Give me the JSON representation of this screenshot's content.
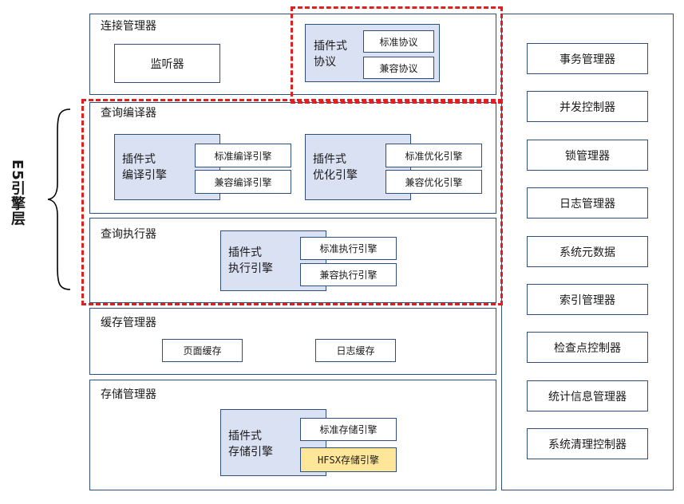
{
  "engine_label": "E5引擎层",
  "connection": {
    "title": "连接管理器",
    "listener": "监听器",
    "plugin_label": "插件式\n协议",
    "standard": "标准协议",
    "compatible": "兼容协议"
  },
  "compiler": {
    "title": "查询编译器",
    "compile_plugin": "插件式\n编译引擎",
    "compile_standard": "标准编译引擎",
    "compile_compatible": "兼容编译引擎",
    "optimize_plugin": "插件式\n优化引擎",
    "optimize_standard": "标准优化引擎",
    "optimize_compatible": "兼容优化引擎"
  },
  "executor": {
    "title": "查询执行器",
    "plugin_label": "插件式\n执行引擎",
    "standard": "标准执行引擎",
    "compatible": "兼容执行引擎"
  },
  "cache": {
    "title": "缓存管理器",
    "page_cache": "页面缓存",
    "log_cache": "日志缓存"
  },
  "storage": {
    "title": "存储管理器",
    "plugin_label": "插件式\n存储引擎",
    "standard": "标准存储引擎",
    "hfsx": "HFSX存储引擎"
  },
  "side_items": [
    "事务管理器",
    "并发控制器",
    "锁管理器",
    "日志管理器",
    "系统元数据",
    "索引管理器",
    "检查点控制器",
    "统计信息管理器",
    "系统清理控制器"
  ],
  "colors": {
    "border": "#2f4f7f",
    "plugin_fill": "#d9e1f2",
    "highlight_fill": "#ffe699",
    "dashed_red": "#e02020"
  }
}
